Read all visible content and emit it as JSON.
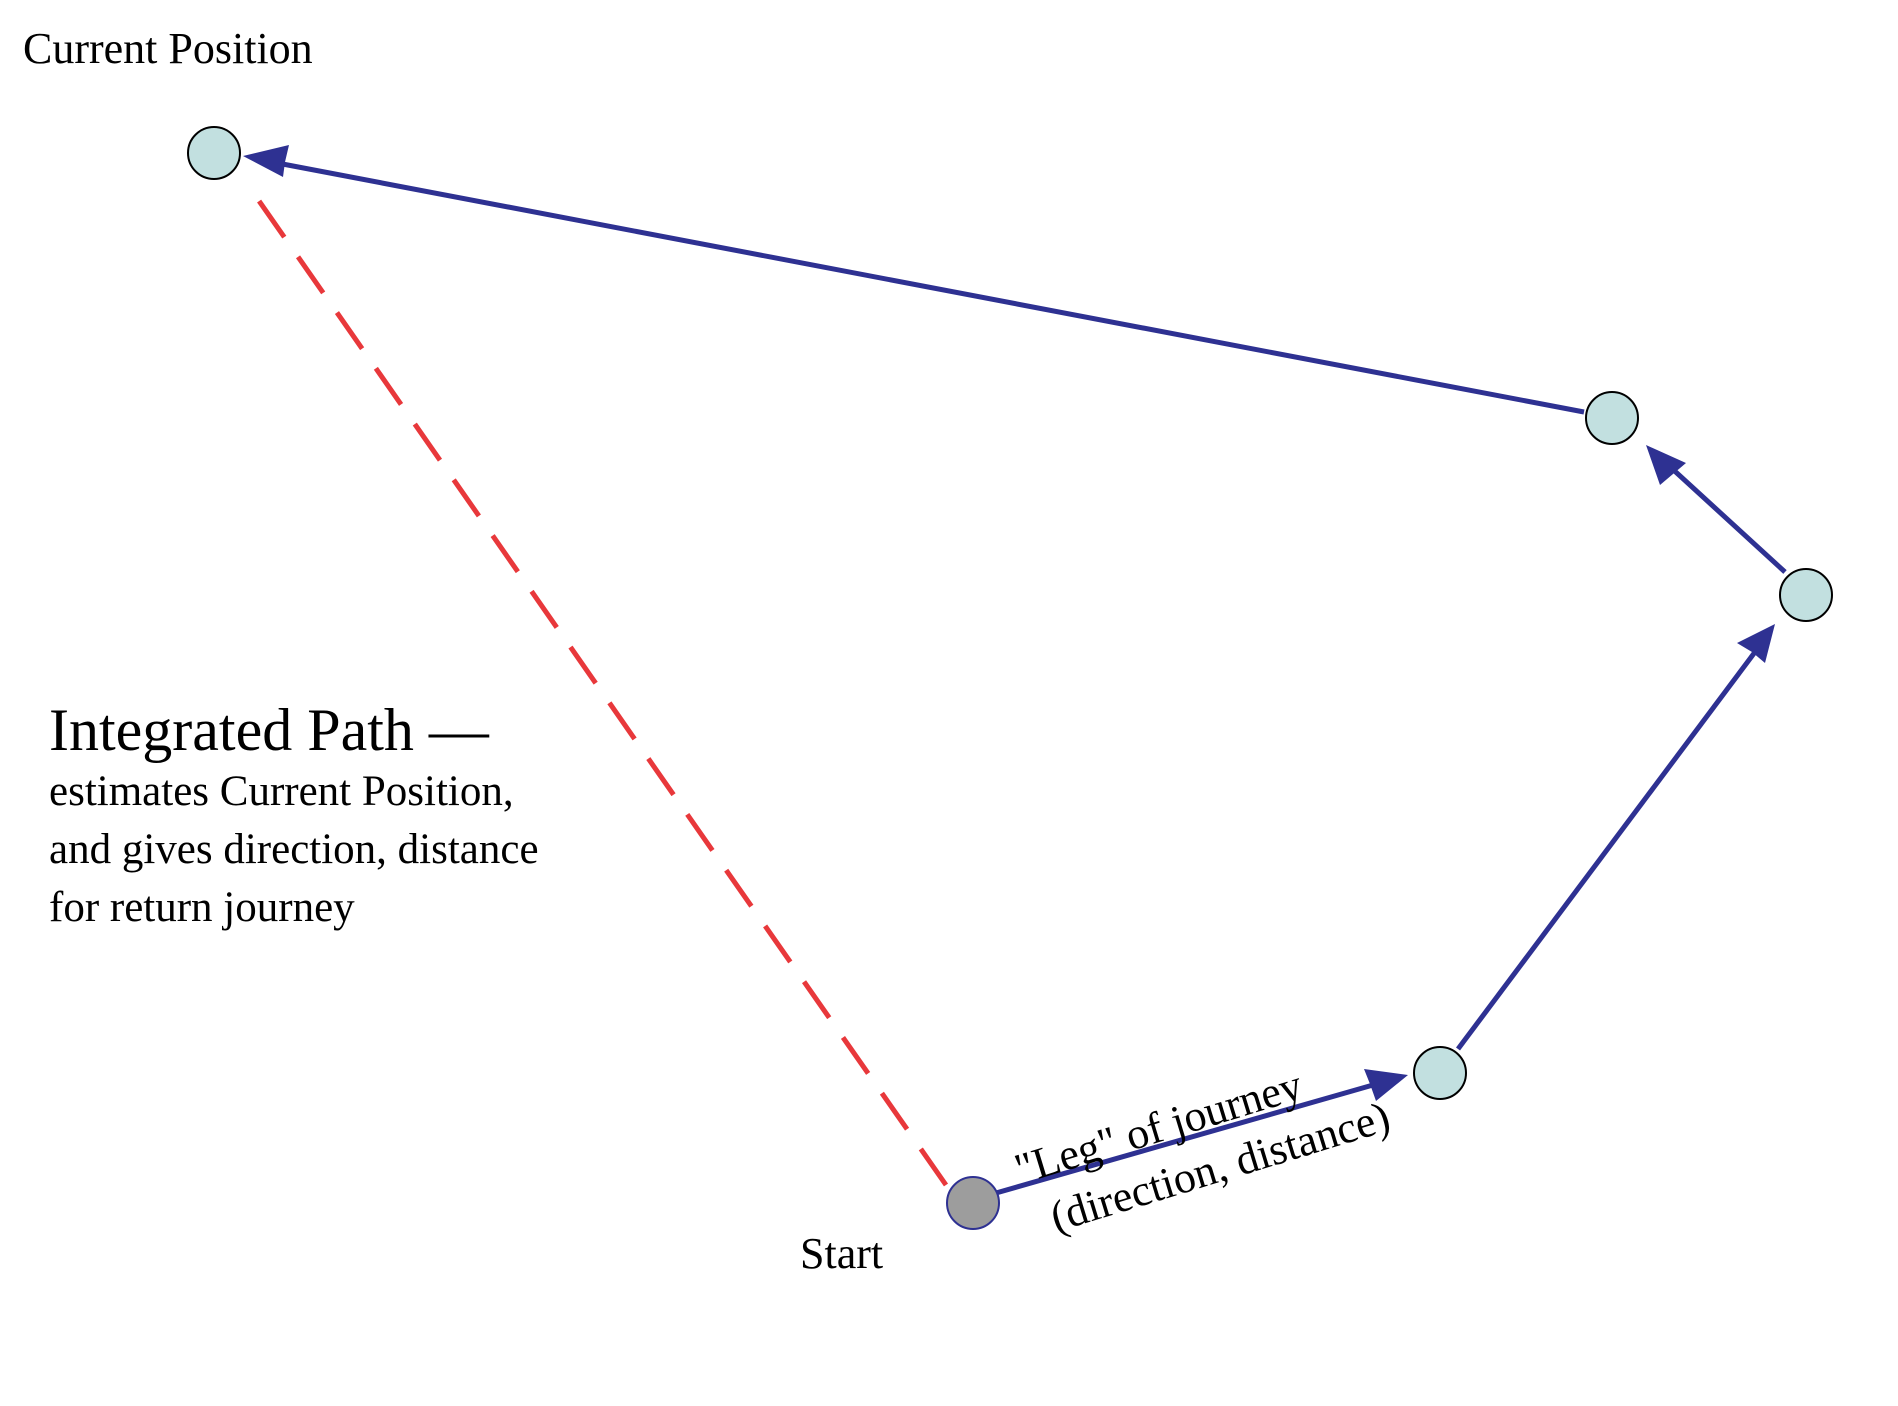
{
  "labels": {
    "current_position": "Current Position",
    "start": "Start",
    "integrated_heading": "Integrated Path —",
    "integrated_line1": "estimates Current Position,",
    "integrated_line2": "and gives direction, distance",
    "integrated_line3": "for return journey",
    "leg_line1": "\"Leg\" of journey",
    "leg_line2": "(direction, distance)"
  },
  "colors": {
    "leg_arrow": "#2e3192",
    "integrated_path": "#e8383b",
    "waypoint_fill": "#c2e0e0",
    "start_fill": "#9d9d9d",
    "node_stroke": "#000000",
    "start_stroke": "#2e3192"
  }
}
